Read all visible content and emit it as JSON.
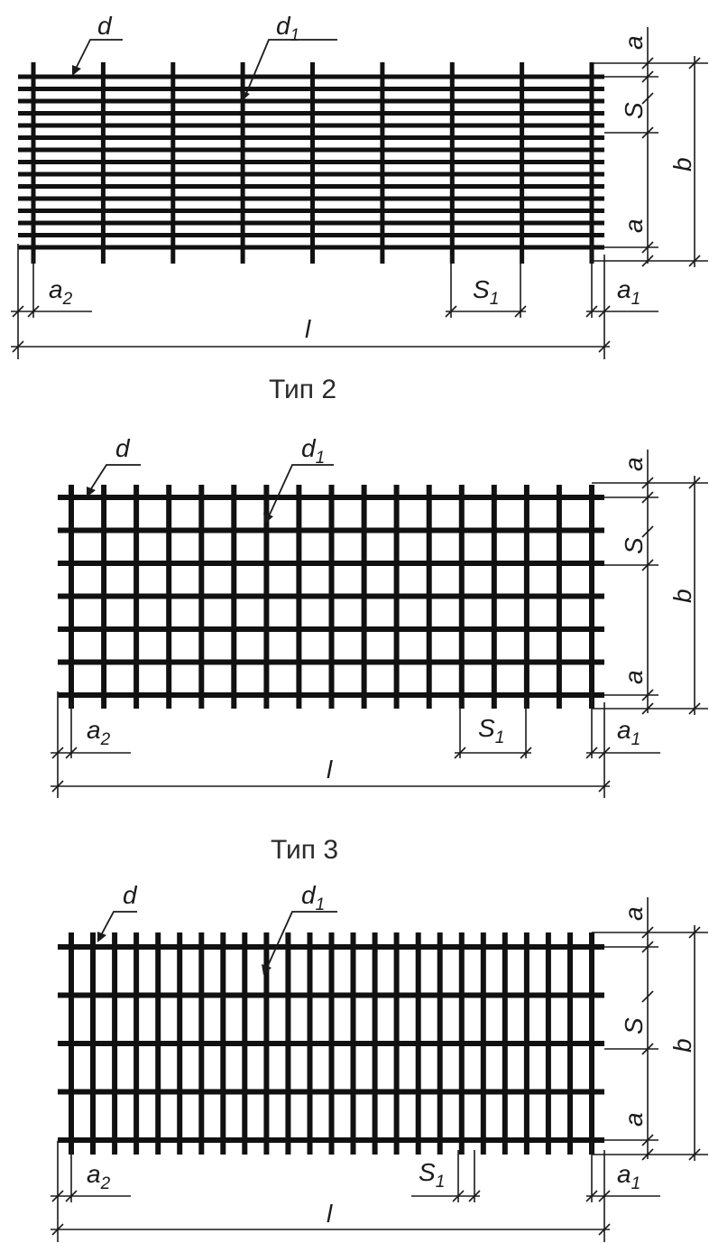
{
  "colors": {
    "wire": "#111111",
    "line": "#1a1a1a",
    "background": "#ffffff"
  },
  "labels": {
    "d": "d",
    "d1_base": "d",
    "d1_sub": "1",
    "a": "a",
    "S": "S",
    "b": "b",
    "a2_base": "a",
    "a2_sub": "2",
    "a1_base": "a",
    "a1_sub": "1",
    "S1_base": "S",
    "S1_sub": "1",
    "l": "l"
  },
  "titles": {
    "type2": "Тип 2",
    "type3": "Тип 3"
  },
  "meshes": [
    {
      "name": "type1",
      "longitudinal_bars": 15,
      "transverse_bars": 9
    },
    {
      "name": "type2",
      "longitudinal_bars": 7,
      "transverse_bars": 17
    },
    {
      "name": "type3",
      "longitudinal_bars": 5,
      "transverse_bars": 25
    }
  ]
}
